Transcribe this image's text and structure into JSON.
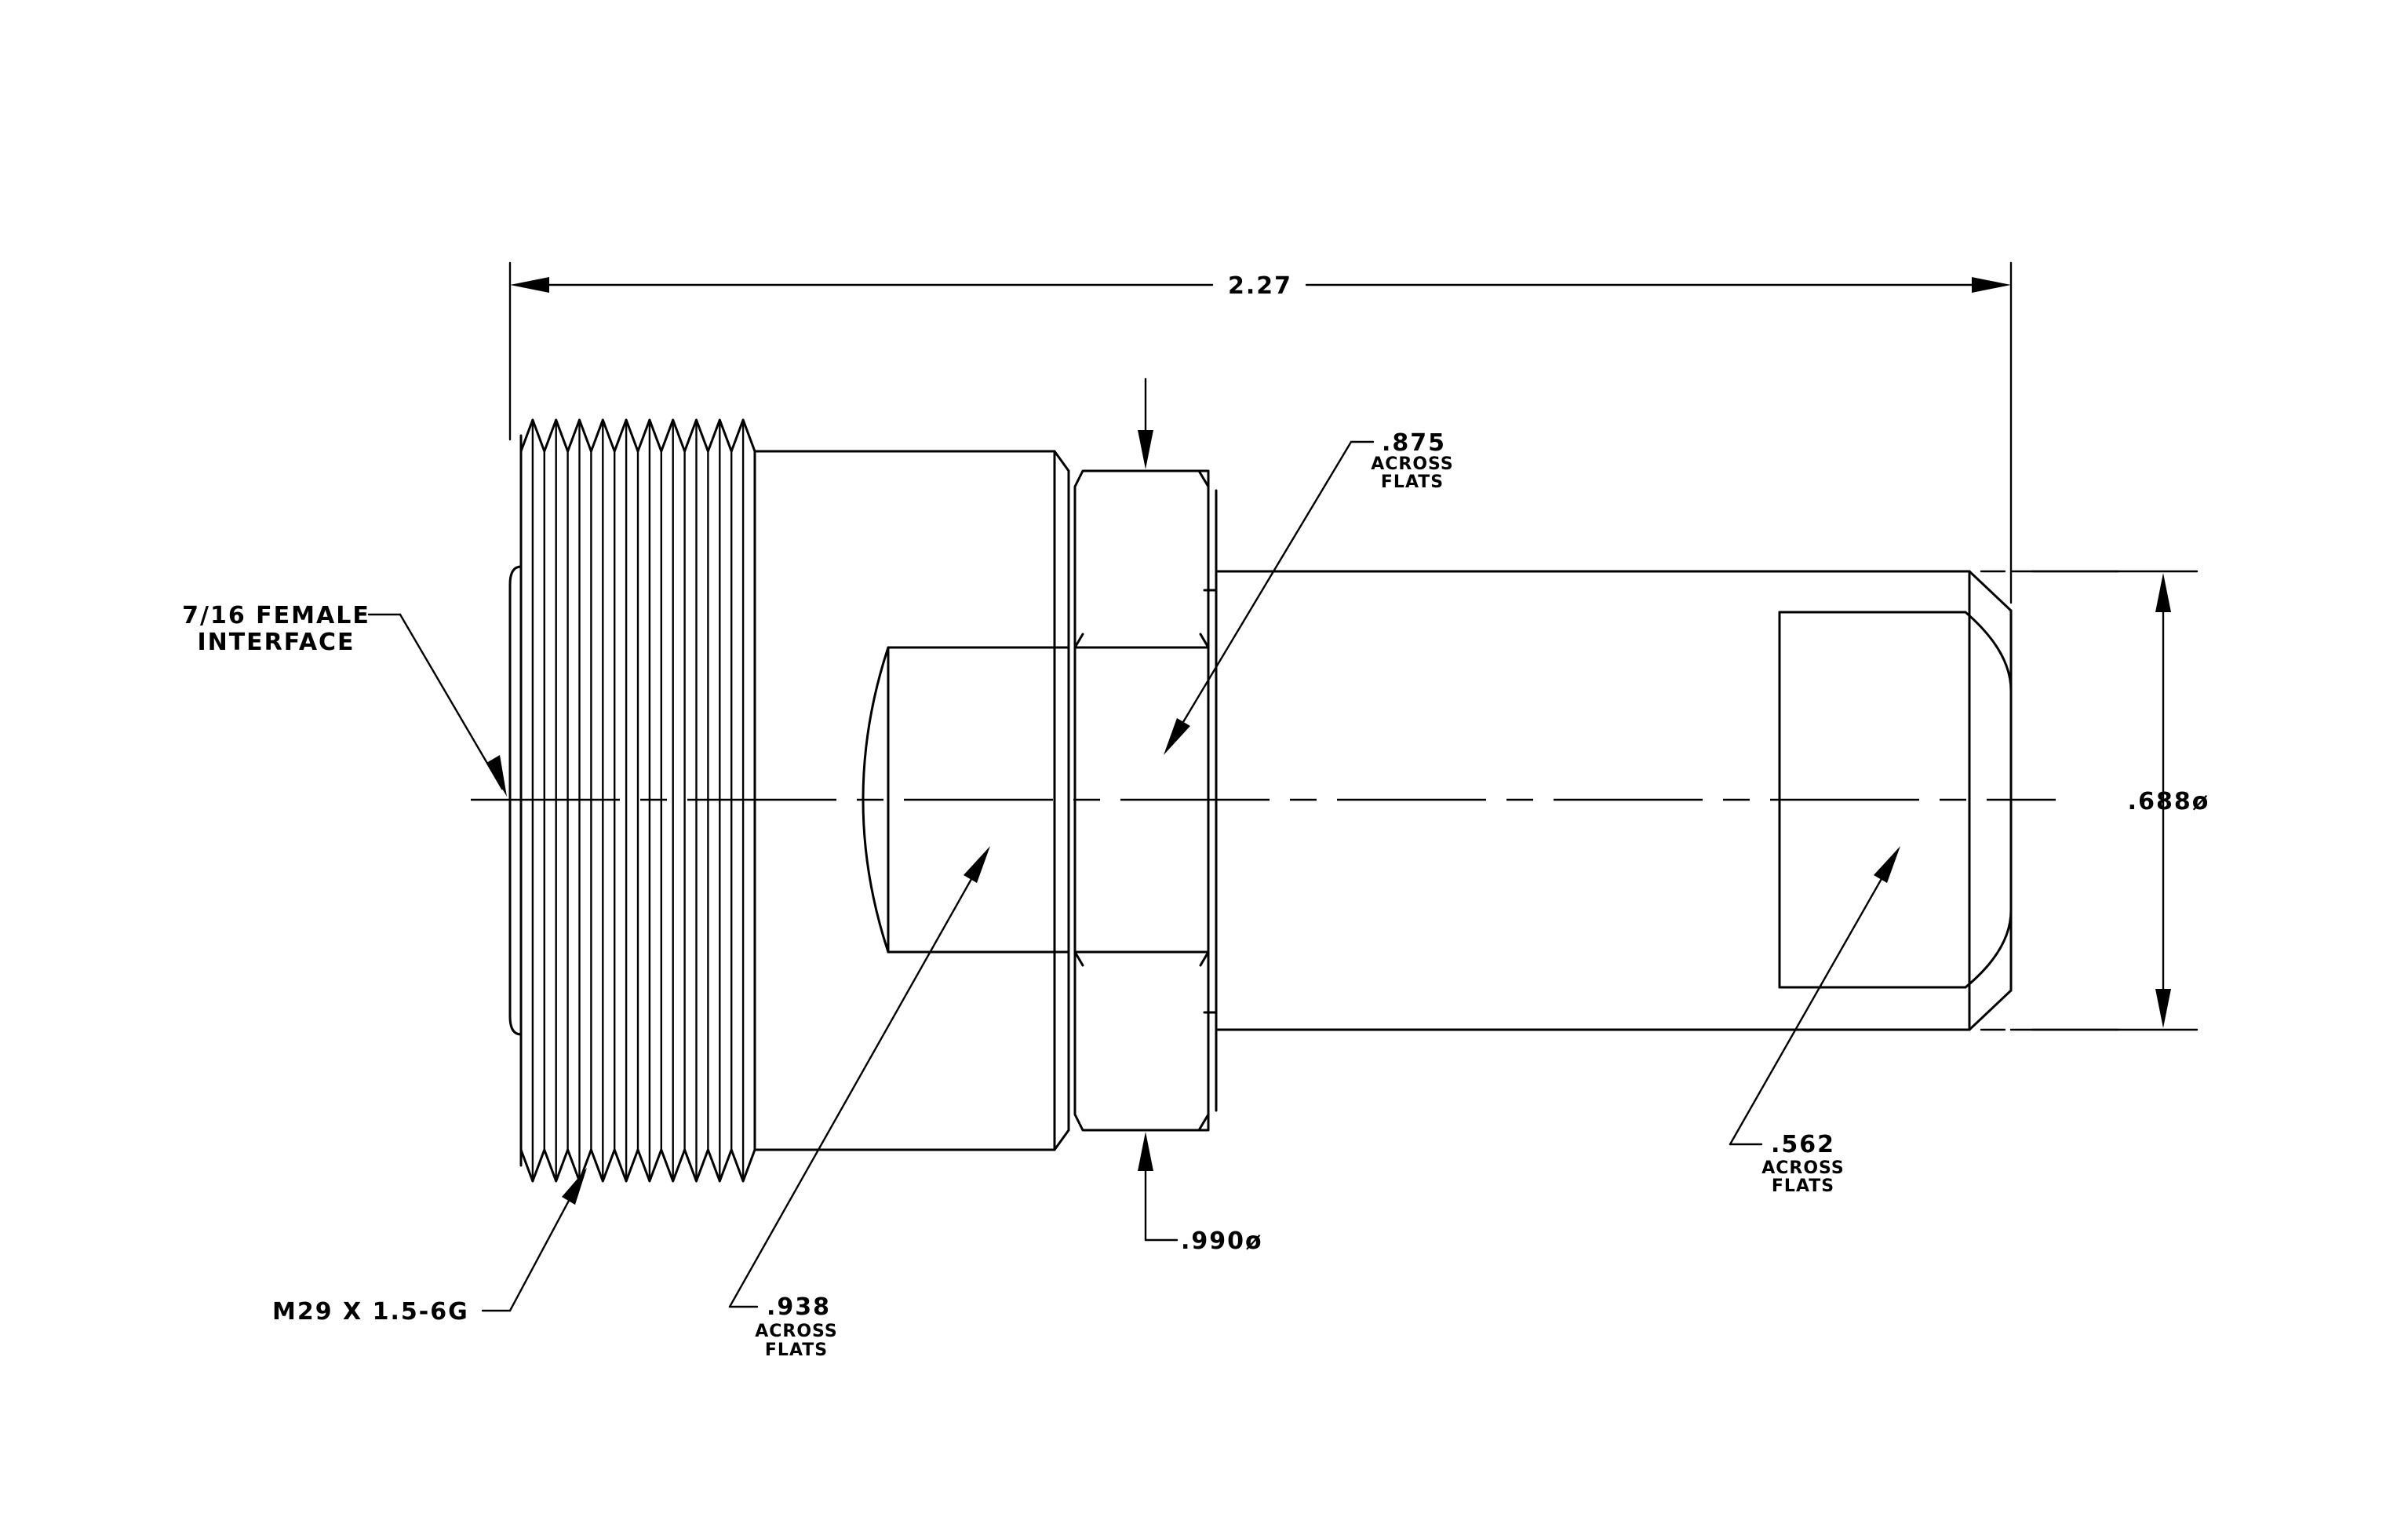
{
  "dimensions": {
    "overall_length": ".2.27",
    "interface_line1": "7/16 FEMALE",
    "interface_line2": "INTERFACE",
    "thread": "M29 X 1.5-6G",
    "flats_938_value": ".938",
    "flats_938_line1": "ACROSS",
    "flats_938_line2": "FLATS",
    "flats_875_value": ".875",
    "flats_875_line1": "ACROSS",
    "flats_875_line2": "FLATS",
    "flats_562_value": ".562",
    "flats_562_line1": "ACROSS",
    "flats_562_line2": "FLATS",
    "dia_990": ".990ø",
    "dia_688": ".688ø"
  }
}
